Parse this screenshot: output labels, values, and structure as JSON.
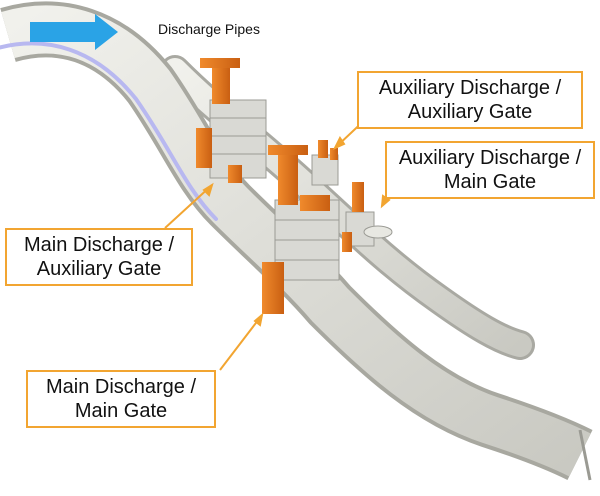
{
  "diagram": {
    "title": "Discharge Pipes",
    "labels": {
      "aux_aux": [
        "Auxiliary Discharge /",
        "Auxiliary Gate"
      ],
      "aux_main": [
        "Auxiliary Discharge /",
        "Main Gate"
      ],
      "main_aux": [
        "Main Discharge /",
        "Auxiliary Gate"
      ],
      "main_main": [
        "Main Discharge /",
        "Main Gate"
      ]
    },
    "colors": {
      "callout_border": "#f2a531",
      "gate": "#e0741c",
      "pipe": "#dcdcd4",
      "flow_arrow": "#2aa3e6"
    }
  }
}
